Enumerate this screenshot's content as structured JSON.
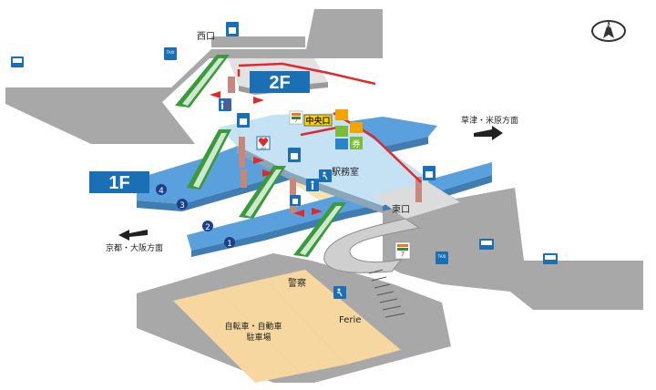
{
  "floors": {
    "upper": "2F",
    "ground": "1F"
  },
  "exits": {
    "west": "西口",
    "central": "中央口",
    "east": "東口"
  },
  "rooms": {
    "station_office": "駅務室",
    "police_box": "警察",
    "ferie": "Ferie"
  },
  "parking": {
    "line1": "自転車・自動車",
    "line2": "駐車場"
  },
  "directions": {
    "kusatsu": "草津・米原方面",
    "kyoto": "京都・大阪方面"
  },
  "platforms": [
    "1",
    "2",
    "3",
    "4"
  ],
  "compass": {
    "label": "N"
  },
  "brand_labels": {
    "seven_eleven": "7",
    "ticket_machine": "券",
    "aed": "AED",
    "taxi": "TAXI"
  },
  "colors": {
    "platform": "#5aa0dc",
    "concourse": "#c4e2f4",
    "ground": "#a9a9a9",
    "parking": "#f6d7a0",
    "escalator": "#3a9a3c",
    "route": "#e0282e",
    "floor_badge": "#1a6fb5",
    "pillar": "#c9867b"
  }
}
